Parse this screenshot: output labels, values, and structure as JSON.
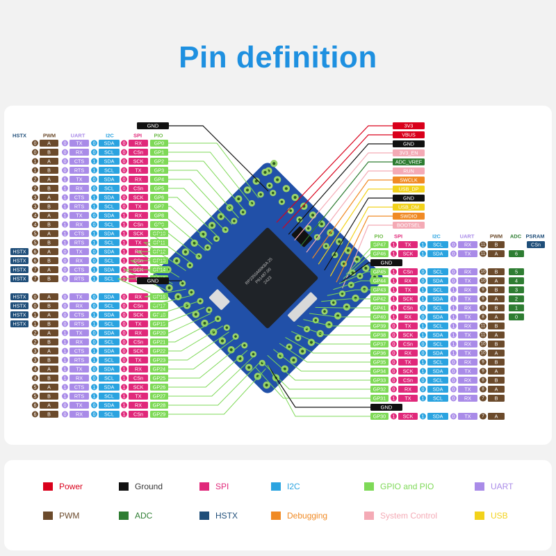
{
  "title": "Pin definition",
  "colors": {
    "power": "#d9001b",
    "ground": "#111111",
    "spi": "#e0287a",
    "i2c": "#2aa3e0",
    "gpio": "#7ed957",
    "uart": "#a98be8",
    "pwm": "#6b4a2b",
    "adc": "#2e7d32",
    "hstx": "#1f4e79",
    "debug": "#f08a24",
    "sysctl": "#f4aab5",
    "usb": "#f2d21b",
    "board": "#2150a8"
  },
  "left_headers": [
    "HSTX",
    "PWM",
    "UART",
    "I2C",
    "SPI",
    "PIO"
  ],
  "right_headers": [
    "PIO",
    "SPI",
    "I2C",
    "UART",
    "PWM",
    "ADC",
    "PSRAM"
  ],
  "left_top_gnd": "GND",
  "left_mid_gnd": "GND",
  "left_rows": [
    {
      "hstx": "",
      "pwm_n": "0",
      "pwm": "A",
      "uart_n": "0",
      "uart": "TX",
      "i2c_n": "0",
      "i2c": "SDA",
      "spi_n": "0",
      "spi": "RX",
      "gp": "GP0"
    },
    {
      "hstx": "",
      "pwm_n": "0",
      "pwm": "B",
      "uart_n": "0",
      "uart": "RX",
      "i2c_n": "0",
      "i2c": "SCL",
      "spi_n": "0",
      "spi": "CSn",
      "gp": "GP1"
    },
    {
      "hstx": "",
      "pwm_n": "1",
      "pwm": "A",
      "uart_n": "0",
      "uart": "CTS",
      "i2c_n": "1",
      "i2c": "SDA",
      "spi_n": "0",
      "spi": "SCK",
      "gp": "GP2"
    },
    {
      "hstx": "",
      "pwm_n": "1",
      "pwm": "B",
      "uart_n": "0",
      "uart": "RTS",
      "i2c_n": "1",
      "i2c": "SCL",
      "spi_n": "0",
      "spi": "TX",
      "gp": "GP3"
    },
    {
      "hstx": "",
      "pwm_n": "2",
      "pwm": "A",
      "uart_n": "1",
      "uart": "TX",
      "i2c_n": "0",
      "i2c": "SDA",
      "spi_n": "0",
      "spi": "RX",
      "gp": "GP4"
    },
    {
      "hstx": "",
      "pwm_n": "2",
      "pwm": "B",
      "uart_n": "1",
      "uart": "RX",
      "i2c_n": "0",
      "i2c": "SCL",
      "spi_n": "0",
      "spi": "CSn",
      "gp": "GP5"
    },
    {
      "hstx": "",
      "pwm_n": "3",
      "pwm": "A",
      "uart_n": "1",
      "uart": "CTS",
      "i2c_n": "1",
      "i2c": "SDA",
      "spi_n": "0",
      "spi": "SCK",
      "gp": "GP6"
    },
    {
      "hstx": "",
      "pwm_n": "3",
      "pwm": "B",
      "uart_n": "1",
      "uart": "RTS",
      "i2c_n": "1",
      "i2c": "SCL",
      "spi_n": "0",
      "spi": "TX",
      "gp": "GP7"
    },
    {
      "hstx": "",
      "pwm_n": "4",
      "pwm": "A",
      "uart_n": "1",
      "uart": "TX",
      "i2c_n": "0",
      "i2c": "SDA",
      "spi_n": "1",
      "spi": "RX",
      "gp": "GP8"
    },
    {
      "hstx": "",
      "pwm_n": "4",
      "pwm": "B",
      "uart_n": "1",
      "uart": "RX",
      "i2c_n": "0",
      "i2c": "SCL",
      "spi_n": "1",
      "spi": "CSn",
      "gp": "GP9"
    },
    {
      "hstx": "",
      "pwm_n": "5",
      "pwm": "A",
      "uart_n": "1",
      "uart": "CTS",
      "i2c_n": "1",
      "i2c": "SDA",
      "spi_n": "1",
      "spi": "SCK",
      "gp": "GP10"
    },
    {
      "hstx": "",
      "pwm_n": "5",
      "pwm": "B",
      "uart_n": "1",
      "uart": "RTS",
      "i2c_n": "1",
      "i2c": "SCL",
      "spi_n": "1",
      "spi": "TX",
      "gp": "GP11"
    },
    {
      "hstx": "HSTX",
      "pwm_n": "6",
      "pwm": "A",
      "uart_n": "0",
      "uart": "TX",
      "i2c_n": "0",
      "i2c": "SDA",
      "spi_n": "1",
      "spi": "RX",
      "gp": "GP12"
    },
    {
      "hstx": "HSTX",
      "pwm_n": "6",
      "pwm": "B",
      "uart_n": "0",
      "uart": "RX",
      "i2c_n": "0",
      "i2c": "SCL",
      "spi_n": "1",
      "spi": "CSn",
      "gp": "GP13"
    },
    {
      "hstx": "HSTX",
      "pwm_n": "7",
      "pwm": "A",
      "uart_n": "0",
      "uart": "CTS",
      "i2c_n": "1",
      "i2c": "SDA",
      "spi_n": "1",
      "spi": "SCK",
      "gp": "GP14"
    },
    {
      "hstx": "HSTX",
      "pwm_n": "7",
      "pwm": "B",
      "uart_n": "0",
      "uart": "RTS",
      "i2c_n": "1",
      "i2c": "SCL",
      "spi_n": "1",
      "spi": "TX",
      "gp": "GP15"
    },
    {
      "hstx": "HSTX",
      "pwm_n": "0",
      "pwm": "A",
      "uart_n": "0",
      "uart": "TX",
      "i2c_n": "0",
      "i2c": "SDA",
      "spi_n": "0",
      "spi": "RX",
      "gp": "GP16"
    },
    {
      "hstx": "HSTX",
      "pwm_n": "0",
      "pwm": "B",
      "uart_n": "0",
      "uart": "RX",
      "i2c_n": "0",
      "i2c": "SCL",
      "spi_n": "0",
      "spi": "CSn",
      "gp": "GP17"
    },
    {
      "hstx": "HSTX",
      "pwm_n": "1",
      "pwm": "A",
      "uart_n": "0",
      "uart": "CTS",
      "i2c_n": "1",
      "i2c": "SDA",
      "spi_n": "0",
      "spi": "SCK",
      "gp": "GP18"
    },
    {
      "hstx": "HSTX",
      "pwm_n": "1",
      "pwm": "B",
      "uart_n": "0",
      "uart": "RTS",
      "i2c_n": "1",
      "i2c": "SCL",
      "spi_n": "0",
      "spi": "TX",
      "gp": "GP19"
    },
    {
      "hstx": "",
      "pwm_n": "2",
      "pwm": "A",
      "uart_n": "1",
      "uart": "TX",
      "i2c_n": "0",
      "i2c": "SDA",
      "spi_n": "0",
      "spi": "RX",
      "gp": "GP20"
    },
    {
      "hstx": "",
      "pwm_n": "2",
      "pwm": "B",
      "uart_n": "1",
      "uart": "RX",
      "i2c_n": "0",
      "i2c": "SCL",
      "spi_n": "0",
      "spi": "CSn",
      "gp": "GP21"
    },
    {
      "hstx": "",
      "pwm_n": "3",
      "pwm": "A",
      "uart_n": "1",
      "uart": "CTS",
      "i2c_n": "1",
      "i2c": "SDA",
      "spi_n": "0",
      "spi": "SCK",
      "gp": "GP22"
    },
    {
      "hstx": "",
      "pwm_n": "3",
      "pwm": "B",
      "uart_n": "1",
      "uart": "RTS",
      "i2c_n": "1",
      "i2c": "SCL",
      "spi_n": "0",
      "spi": "TX",
      "gp": "GP23"
    },
    {
      "hstx": "",
      "pwm_n": "4",
      "pwm": "A",
      "uart_n": "1",
      "uart": "TX",
      "i2c_n": "0",
      "i2c": "SDA",
      "spi_n": "1",
      "spi": "RX",
      "gp": "GP24"
    },
    {
      "hstx": "",
      "pwm_n": "4",
      "pwm": "B",
      "uart_n": "1",
      "uart": "RX",
      "i2c_n": "0",
      "i2c": "SCL",
      "spi_n": "1",
      "spi": "CSn",
      "gp": "GP25"
    },
    {
      "hstx": "",
      "pwm_n": "5",
      "pwm": "A",
      "uart_n": "1",
      "uart": "CTS",
      "i2c_n": "1",
      "i2c": "SDA",
      "spi_n": "1",
      "spi": "SCK",
      "gp": "GP26"
    },
    {
      "hstx": "",
      "pwm_n": "5",
      "pwm": "B",
      "uart_n": "1",
      "uart": "RTS",
      "i2c_n": "1",
      "i2c": "SCL",
      "spi_n": "1",
      "spi": "TX",
      "gp": "GP27"
    },
    {
      "hstx": "",
      "pwm_n": "6",
      "pwm": "A",
      "uart_n": "0",
      "uart": "TX",
      "i2c_n": "0",
      "i2c": "SDA",
      "spi_n": "1",
      "spi": "RX",
      "gp": "GP28"
    },
    {
      "hstx": "",
      "pwm_n": "6",
      "pwm": "B",
      "uart_n": "0",
      "uart": "RX",
      "i2c_n": "0",
      "i2c": "SCL",
      "spi_n": "1",
      "spi": "CSn",
      "gp": "GP29"
    }
  ],
  "right_top_labels": [
    {
      "text": "3V3",
      "color": "power"
    },
    {
      "text": "VBUS",
      "color": "power"
    },
    {
      "text": "GND",
      "color": "ground"
    },
    {
      "text": "3V3_EN",
      "color": "sysctl"
    },
    {
      "text": "ADC_VREF",
      "color": "adc"
    },
    {
      "text": "RUN",
      "color": "sysctl"
    },
    {
      "text": "SWCLK",
      "color": "debug"
    },
    {
      "text": "USB_DP",
      "color": "usb"
    },
    {
      "text": "GND",
      "color": "ground"
    },
    {
      "text": "USB_DM",
      "color": "usb"
    },
    {
      "text": "SWDIO",
      "color": "debug"
    },
    {
      "text": "BOOTSEL",
      "color": "sysctl"
    }
  ],
  "right_rows": [
    {
      "gp": "GP47",
      "spi_n": "1",
      "spi": "TX",
      "i2c_n": "1",
      "i2c": "SCL",
      "uart_n": "0",
      "uart": "RX",
      "pwm_n": "11",
      "pwm": "B",
      "adc": "",
      "psram": "CSn"
    },
    {
      "gp": "GP46",
      "spi_n": "1",
      "spi": "SCK",
      "i2c_n": "1",
      "i2c": "SDA",
      "uart_n": "0",
      "uart": "TX",
      "pwm_n": "11",
      "pwm": "A",
      "adc": "6",
      "psram": ""
    },
    {
      "gp": "GND",
      "ground": true
    },
    {
      "gp": "GP45",
      "spi_n": "1",
      "spi": "CSn",
      "i2c_n": "0",
      "i2c": "SCL",
      "uart_n": "0",
      "uart": "RX",
      "pwm_n": "10",
      "pwm": "B",
      "adc": "5",
      "psram": ""
    },
    {
      "gp": "GP44",
      "spi_n": "1",
      "spi": "RX",
      "i2c_n": "0",
      "i2c": "SDA",
      "uart_n": "0",
      "uart": "TX",
      "pwm_n": "10",
      "pwm": "A",
      "adc": "4",
      "psram": ""
    },
    {
      "gp": "GP43",
      "spi_n": "1",
      "spi": "TX",
      "i2c_n": "1",
      "i2c": "SCL",
      "uart_n": "1",
      "uart": "RX",
      "pwm_n": "9",
      "pwm": "B",
      "adc": "3",
      "psram": ""
    },
    {
      "gp": "GP42",
      "spi_n": "1",
      "spi": "SCK",
      "i2c_n": "1",
      "i2c": "SDA",
      "uart_n": "1",
      "uart": "TX",
      "pwm_n": "9",
      "pwm": "A",
      "adc": "2",
      "psram": ""
    },
    {
      "gp": "GP41",
      "spi_n": "1",
      "spi": "CSn",
      "i2c_n": "0",
      "i2c": "SCL",
      "uart_n": "1",
      "uart": "RX",
      "pwm_n": "8",
      "pwm": "B",
      "adc": "1",
      "psram": ""
    },
    {
      "gp": "GP40",
      "spi_n": "1",
      "spi": "RX",
      "i2c_n": "0",
      "i2c": "SDA",
      "uart_n": "1",
      "uart": "TX",
      "pwm_n": "8",
      "pwm": "A",
      "adc": "0",
      "psram": ""
    },
    {
      "gp": "GP39",
      "spi_n": "0",
      "spi": "TX",
      "i2c_n": "1",
      "i2c": "SCL",
      "uart_n": "1",
      "uart": "RX",
      "pwm_n": "11",
      "pwm": "B",
      "adc": "",
      "psram": ""
    },
    {
      "gp": "GP38",
      "spi_n": "0",
      "spi": "SCK",
      "i2c_n": "1",
      "i2c": "SDA",
      "uart_n": "1",
      "uart": "TX",
      "pwm_n": "11",
      "pwm": "A",
      "adc": "",
      "psram": ""
    },
    {
      "gp": "GP37",
      "spi_n": "0",
      "spi": "CSn",
      "i2c_n": "0",
      "i2c": "SCL",
      "uart_n": "1",
      "uart": "RX",
      "pwm_n": "10",
      "pwm": "B",
      "adc": "",
      "psram": ""
    },
    {
      "gp": "GP36",
      "spi_n": "0",
      "spi": "RX",
      "i2c_n": "0",
      "i2c": "SDA",
      "uart_n": "1",
      "uart": "TX",
      "pwm_n": "10",
      "pwm": "A",
      "adc": "",
      "psram": ""
    },
    {
      "gp": "GP35",
      "spi_n": "0",
      "spi": "TX",
      "i2c_n": "1",
      "i2c": "SCL",
      "uart_n": "0",
      "uart": "RX",
      "pwm_n": "9",
      "pwm": "B",
      "adc": "",
      "psram": ""
    },
    {
      "gp": "GP34",
      "spi_n": "0",
      "spi": "SCK",
      "i2c_n": "1",
      "i2c": "SDA",
      "uart_n": "0",
      "uart": "TX",
      "pwm_n": "9",
      "pwm": "A",
      "adc": "",
      "psram": ""
    },
    {
      "gp": "GP33",
      "spi_n": "0",
      "spi": "CSn",
      "i2c_n": "0",
      "i2c": "SCL",
      "uart_n": "0",
      "uart": "RX",
      "pwm_n": "8",
      "pwm": "B",
      "adc": "",
      "psram": ""
    },
    {
      "gp": "GP32",
      "spi_n": "0",
      "spi": "RX",
      "i2c_n": "0",
      "i2c": "SDA",
      "uart_n": "0",
      "uart": "TX",
      "pwm_n": "8",
      "pwm": "A",
      "adc": "",
      "psram": ""
    },
    {
      "gp": "GP31",
      "spi_n": "1",
      "spi": "TX",
      "i2c_n": "1",
      "i2c": "SCL",
      "uart_n": "0",
      "uart": "RX",
      "pwm_n": "7",
      "pwm": "B",
      "adc": "",
      "psram": ""
    },
    {
      "gp": "GND",
      "ground": true
    },
    {
      "gp": "GP30",
      "spi_n": "1",
      "spi": "SCK",
      "i2c_n": "1",
      "i2c": "SDA",
      "uart_n": "0",
      "uart": "TX",
      "pwm_n": "7",
      "pwm": "A",
      "adc": "",
      "psram": ""
    }
  ],
  "chip_text": [
    "RP2350A60KBA 25",
    "P61487.00",
    "2423"
  ],
  "legend": [
    {
      "label": "Power",
      "color": "power"
    },
    {
      "label": "Ground",
      "color": "ground"
    },
    {
      "label": "SPI",
      "color": "spi"
    },
    {
      "label": "I2C",
      "color": "i2c"
    },
    {
      "label": "GPIO and PIO",
      "color": "gpio"
    },
    {
      "label": "UART",
      "color": "uart"
    },
    {
      "label": "PWM",
      "color": "pwm"
    },
    {
      "label": "ADC",
      "color": "adc"
    },
    {
      "label": "HSTX",
      "color": "hstx"
    },
    {
      "label": "Debugging",
      "color": "debug"
    },
    {
      "label": "System Control",
      "color": "sysctl"
    },
    {
      "label": "USB",
      "color": "usb"
    }
  ]
}
